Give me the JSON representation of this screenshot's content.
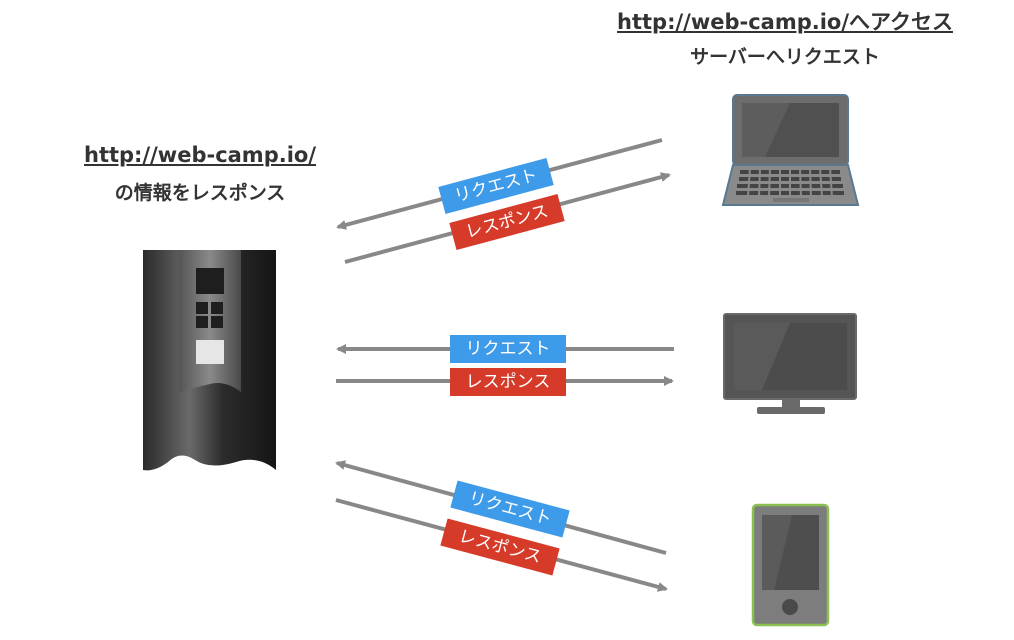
{
  "server": {
    "url": "http://web-camp.io/",
    "caption": "の情報をレスポンス"
  },
  "client": {
    "url": "http://web-camp.io/へアクセス",
    "caption": "サーバーへリクエスト"
  },
  "labels": {
    "request": "リクエスト",
    "response": "レスポンス"
  },
  "colors": {
    "request": "#3d9be9",
    "response": "#d63b2a",
    "arrow": "#888888"
  },
  "devices": [
    "server-icon",
    "laptop-icon",
    "monitor-icon",
    "smartphone-icon"
  ]
}
